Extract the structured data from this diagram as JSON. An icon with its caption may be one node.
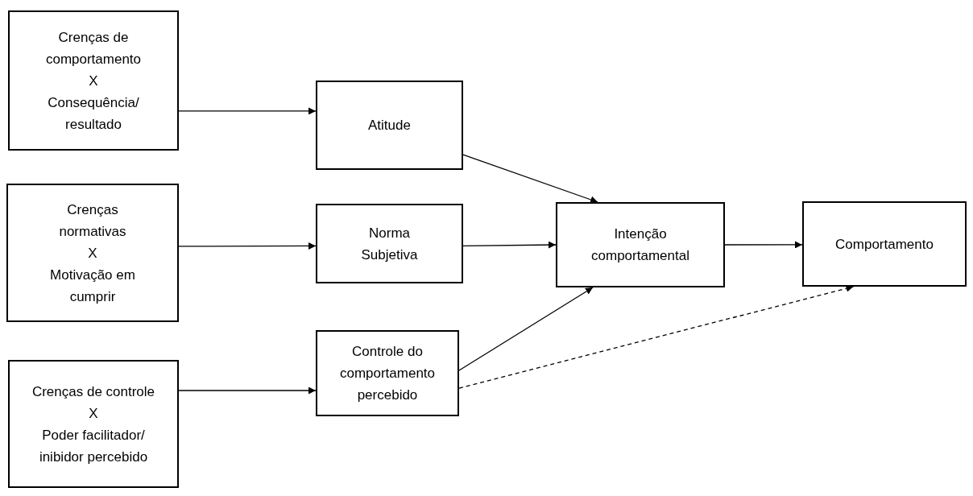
{
  "diagram": {
    "nodes": [
      {
        "text": [
          "Crenças de comportamento",
          "X",
          "Consequência/ resultado"
        ]
      },
      {
        "text": [
          "Crenças normativas",
          "X",
          "Motivação em cumprir"
        ]
      },
      {
        "text": [
          "Crenças de controle",
          "X",
          "Poder facilitador/ inibidor percebido"
        ]
      },
      {
        "text": [
          "Atitude"
        ]
      },
      {
        "text": [
          "Norma Subjetiva"
        ]
      },
      {
        "text": [
          "Controle do comportamento percebido"
        ]
      },
      {
        "text": [
          "Intenção comportamental"
        ]
      },
      {
        "text": [
          "Comportamento"
        ]
      }
    ],
    "edges": [
      {
        "from": 0,
        "to": 3,
        "arrow": "to"
      },
      {
        "from": 1,
        "to": 4,
        "arrow": "to"
      },
      {
        "from": 2,
        "to": 5,
        "arrow": "to"
      },
      {
        "from": 3,
        "to": 6,
        "arrow": "to"
      },
      {
        "from": 4,
        "to": 6,
        "arrow": "to"
      },
      {
        "from": 5,
        "to": 6,
        "arrow": "to"
      },
      {
        "from": 6,
        "to": 7,
        "arrow": "to"
      },
      {
        "from": 5,
        "to": 7,
        "arrow": "to",
        "style": "dashed"
      }
    ]
  }
}
